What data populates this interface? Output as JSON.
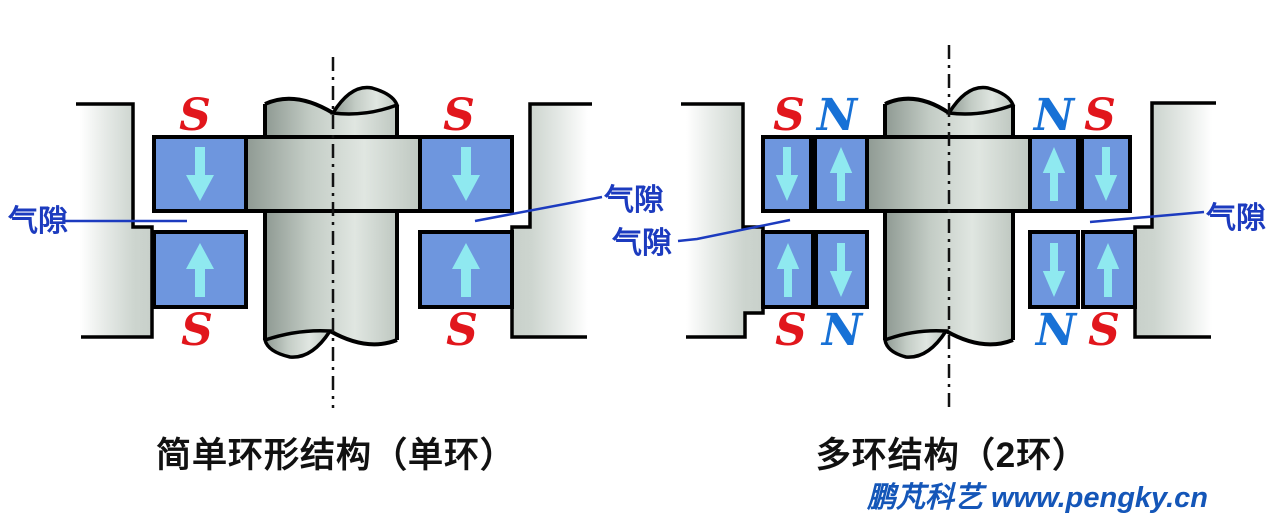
{
  "colors": {
    "magnet_blue": "#6E96DE",
    "arrow_cyan": "#8FE9F0",
    "pole_s_red": "#E1161C",
    "pole_n_blue": "#1771D6",
    "leader_blue": "#1C3BBF",
    "watermark_blue": "#1456B8"
  },
  "diagram_left": {
    "caption": "简单环形结构（单环）",
    "air_gap_labels": [
      {
        "text": "气隙",
        "side": "left"
      },
      {
        "text": "气隙",
        "side": "right"
      }
    ],
    "poles": [
      {
        "label": "S",
        "color": "#E1161C",
        "location": "top-left"
      },
      {
        "label": "S",
        "color": "#E1161C",
        "location": "top-right"
      },
      {
        "label": "S",
        "color": "#E1161C",
        "location": "bottom-left"
      },
      {
        "label": "S",
        "color": "#E1161C",
        "location": "bottom-right"
      }
    ],
    "magnetization_arrows": [
      "down",
      "down",
      "up",
      "up"
    ]
  },
  "diagram_right": {
    "caption": "多环结构（2环）",
    "air_gap_labels": [
      {
        "text": "气隙",
        "side": "left"
      },
      {
        "text": "气隙",
        "side": "right"
      }
    ],
    "poles": [
      {
        "label": "S",
        "color": "#E1161C",
        "location": "top-left-outer"
      },
      {
        "label": "N",
        "color": "#1771D6",
        "location": "top-left-inner"
      },
      {
        "label": "N",
        "color": "#1771D6",
        "location": "top-right-inner"
      },
      {
        "label": "S",
        "color": "#E1161C",
        "location": "top-right-outer"
      },
      {
        "label": "S",
        "color": "#E1161C",
        "location": "bottom-left-outer"
      },
      {
        "label": "N",
        "color": "#1771D6",
        "location": "bottom-left-inner"
      },
      {
        "label": "N",
        "color": "#1771D6",
        "location": "bottom-right-inner"
      },
      {
        "label": "S",
        "color": "#E1161C",
        "location": "bottom-right-outer"
      }
    ],
    "magnetization_arrows": [
      "down",
      "up",
      "up",
      "down",
      "up",
      "down",
      "down",
      "up"
    ]
  },
  "watermark": "鹏芃科艺 www.pengky.cn"
}
